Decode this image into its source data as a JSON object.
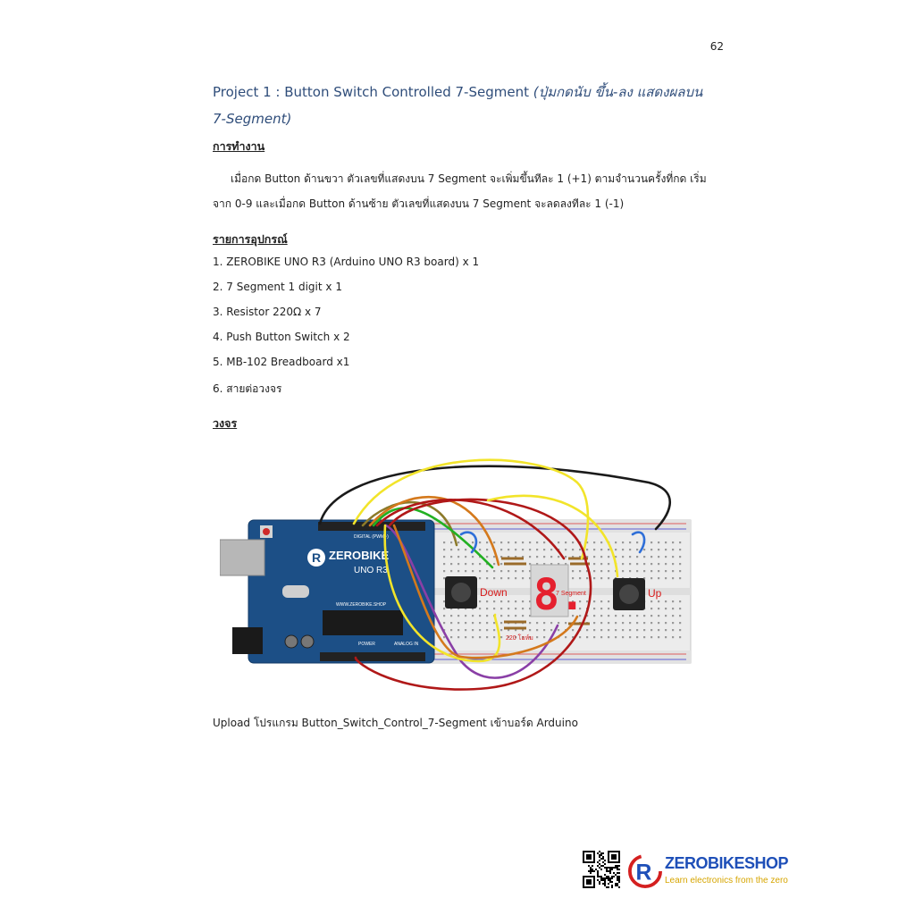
{
  "page_number": "62",
  "title": {
    "main": "Project 1 : Button Switch Controlled 7-Segment",
    "thai": "(ปุ่มกดนับ ขึ้น-ลง แสดงผลบน 7-Segment)"
  },
  "sections": {
    "operation": {
      "heading": "การทำงาน",
      "text": "เมื่อกด Button ด้านขวา ตัวเลขที่แสดงบน 7 Segment จะเพิ่มขึ้นทีละ 1 (+1) ตามจำนวนครั้งที่กด เริ่มจาก 0-9 และเมื่อกด Button ด้านซ้าย ตัวเลขที่แสดงบน 7 Segment จะลดลงทีละ 1 (-1)"
    },
    "equipment": {
      "heading": "รายการอุปกรณ์",
      "items": [
        "1. ZEROBIKE UNO R3 (Arduino UNO R3 board) x 1",
        "2. 7 Segment 1 digit x 1",
        "3. Resistor 220Ω x 7",
        "4. Push Button Switch x 2",
        "5. MB-102 Breadboard x1",
        "6. สายต่อวงจร"
      ]
    },
    "circuit": {
      "heading": "วงจร",
      "labels": {
        "down": "Down",
        "up": "Up",
        "segment": "7 Segment",
        "resistor": "220 โอห์ม",
        "board_brand": "ZEROBIKE",
        "board_model": "UNO R3",
        "board_site": "WWW.ZEROBIKE.SHOP",
        "digital": "DIGITAL (PWM~)",
        "power": "POWER",
        "analog": "ANALOG IN"
      }
    }
  },
  "caption": "Upload โปรแกรม Button_Switch_Control_7-Segment เข้าบอร์ด Arduino",
  "footer": {
    "brand": "ZEROBIKESHOP",
    "tagline": "Learn electronics from the zero"
  },
  "colors": {
    "title": "#2f4d7a",
    "wire_red": "#b01818",
    "wire_yellow": "#f2e42a",
    "wire_green": "#22b022",
    "wire_orange": "#d4791c",
    "wire_purple": "#8a3fa6",
    "wire_black": "#1a1a1a",
    "wire_blue": "#2f6fd8",
    "board": "#1c4f86",
    "brand_blue": "#1e4fb8",
    "brand_yellow": "#d6a500"
  }
}
